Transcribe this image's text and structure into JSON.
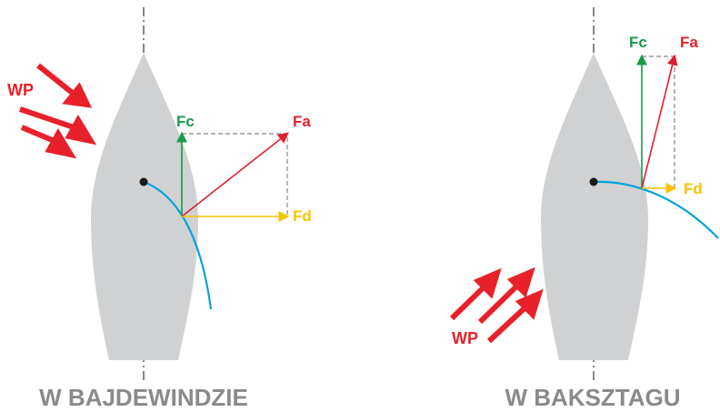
{
  "colors": {
    "hull": "#d0d1d2",
    "wind": "#e8202a",
    "sail": "#00a2e0",
    "fa": "#e02030",
    "fc": "#1a9a4a",
    "fd": "#f7c400",
    "centerline": "#555555",
    "dashed": "#888888",
    "caption": "#8a8a8a"
  },
  "left_panel": {
    "wind_label": "WP",
    "fc_label": "Fc",
    "fa_label": "Fa",
    "fd_label": "Fd",
    "caption": "W BAJDEWINDZIE"
  },
  "right_panel": {
    "wind_label": "WP",
    "fc_label": "Fc",
    "fa_label": "Fa",
    "fd_label": "Fd",
    "caption": "W BAKSZTAGU"
  }
}
